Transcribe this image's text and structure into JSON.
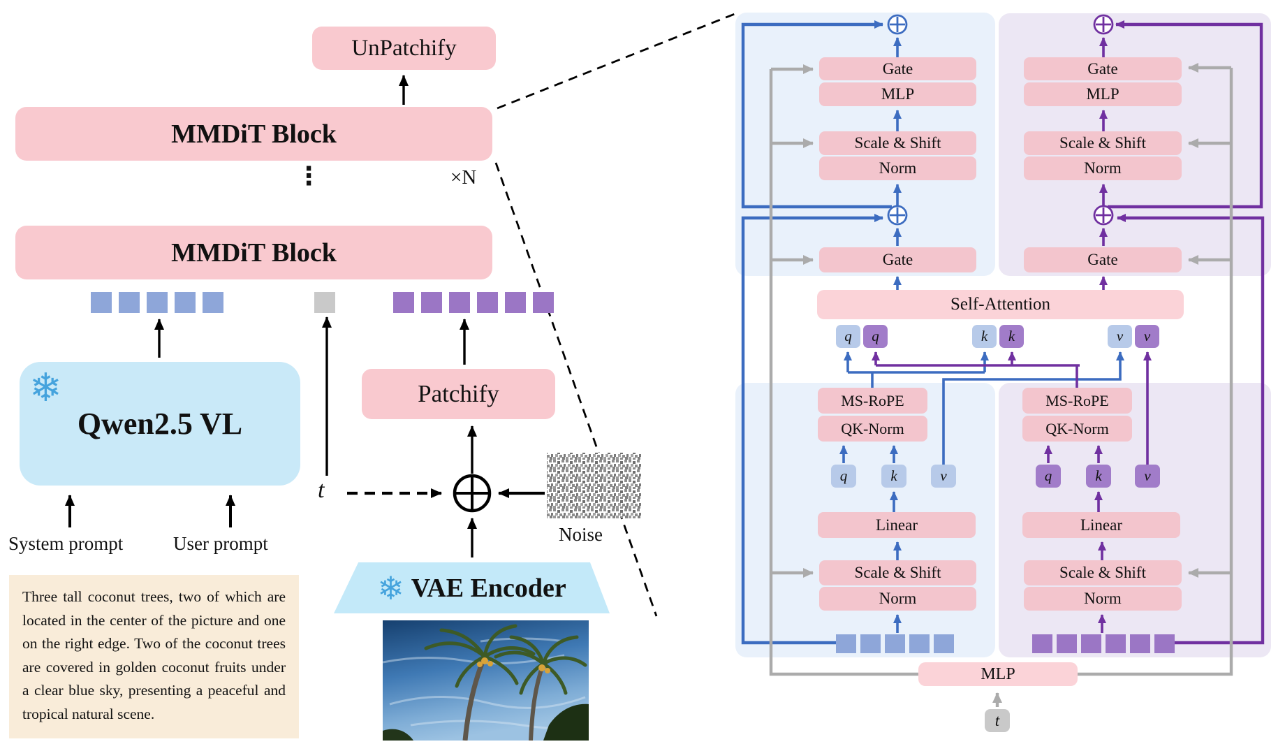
{
  "left": {
    "unpatchify": "UnPatchify",
    "mmdit_block_top": "MMDiT Block",
    "mmdit_block_bottom": "MMDiT Block",
    "vdots": "⋮",
    "times_n": "×N",
    "qwen": "Qwen2.5 VL",
    "patchify": "Patchify",
    "t_label": "t",
    "noise_label": "Noise",
    "vae_encoder": "VAE Encoder",
    "system_prompt": "System prompt",
    "user_prompt": "User prompt",
    "snowflake_icon": "❄",
    "prompt_text": "Three tall coconut trees, two of which are located in the center of the picture and one on the right edge. Two of the coconut trees are covered in golden coconut fruits under a clear blue sky, presenting a peaceful and tropical natural scene."
  },
  "right": {
    "text_stream": {
      "gate_top": "Gate",
      "mlp_top": "MLP",
      "scale_shift_top": "Scale & Shift",
      "norm_top": "Norm",
      "gate_mid": "Gate",
      "ms_rope": "MS-RoPE",
      "qk_norm": "QK-Norm",
      "linear": "Linear",
      "scale_shift_bot": "Scale & Shift",
      "norm_bot": "Norm",
      "q": "q",
      "k": "k",
      "v": "v"
    },
    "image_stream": {
      "gate_top": "Gate",
      "mlp_top": "MLP",
      "scale_shift_top": "Scale & Shift",
      "norm_top": "Norm",
      "gate_mid": "Gate",
      "ms_rope": "MS-RoPE",
      "qk_norm": "QK-Norm",
      "linear": "Linear",
      "scale_shift_bot": "Scale & Shift",
      "norm_bot": "Norm",
      "q": "q",
      "k": "k",
      "v": "v"
    },
    "self_attention": "Self-Attention",
    "mlp_bottom": "MLP",
    "t_label": "t"
  },
  "colors": {
    "pink_box": "#f9c9cf",
    "panel_blue": "#e9f1fb",
    "panel_purple": "#ece7f4",
    "wire_blue": "#3c6cc0",
    "wire_purple": "#7030a0",
    "wire_gray": "#ababab",
    "token_blue": "#8ea6d9",
    "token_purple": "#9b76c5",
    "token_gray": "#c9c9c9",
    "chip_blue": "#b7cae9",
    "chip_purple": "#a17cc9",
    "qwen_bg": "#c9e9f8",
    "vae_bg": "#c3e9f9",
    "prompt_bg": "#f9ecd9",
    "snowflake": "#45a3dd"
  }
}
